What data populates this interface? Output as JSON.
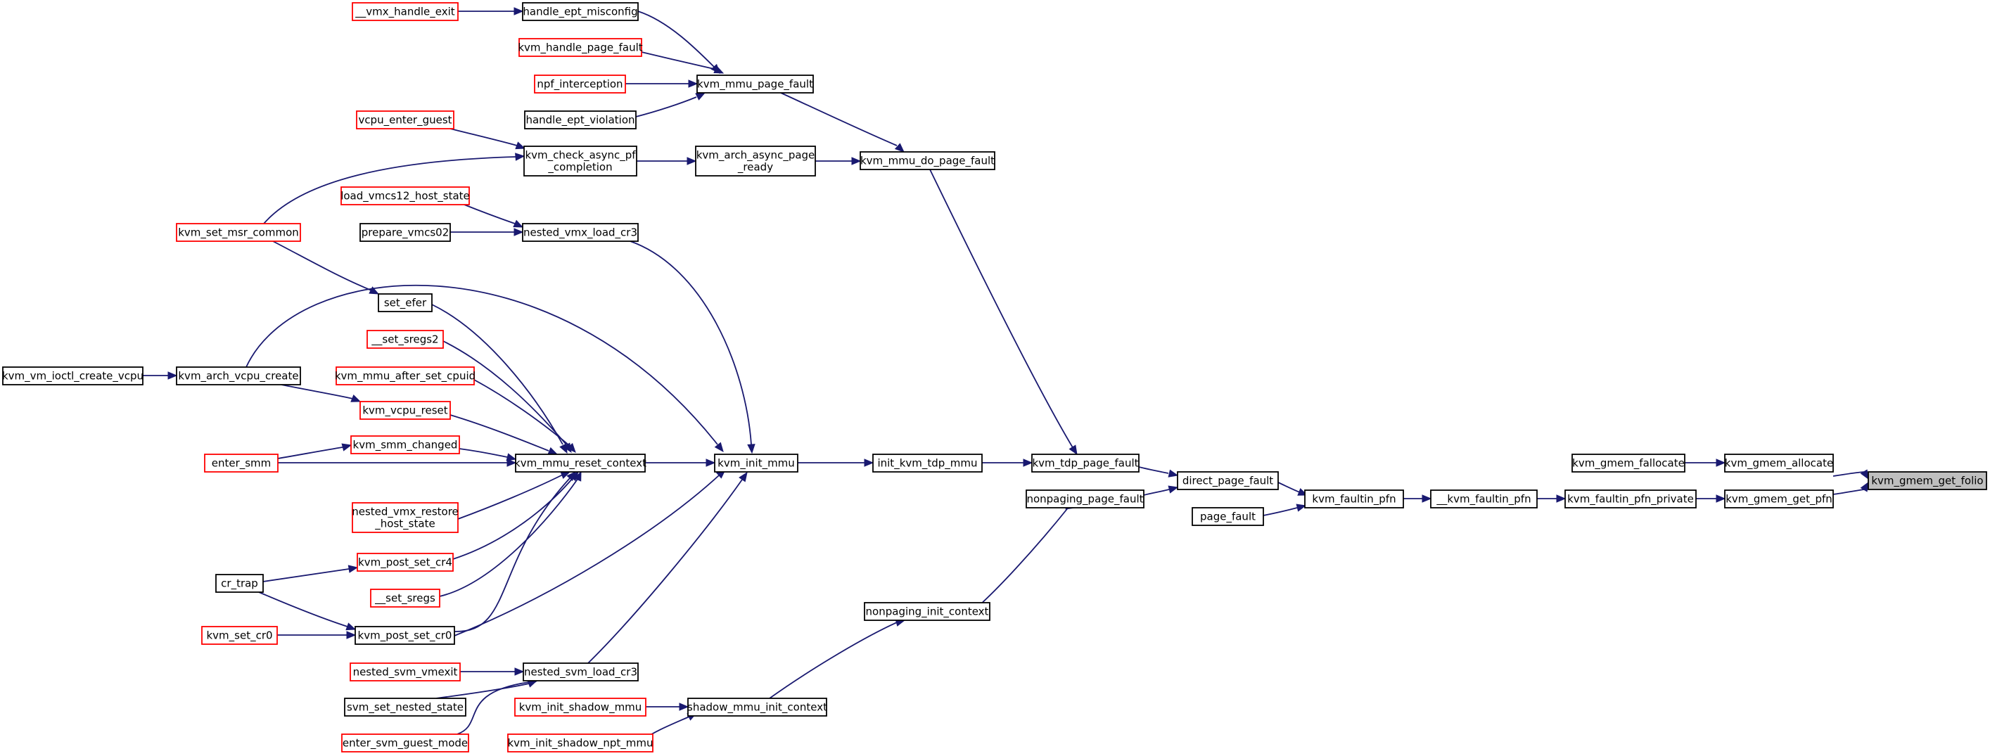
{
  "graph": {
    "nodes": [
      {
        "id": "n0",
        "label": "kvm_gmem_get_folio",
        "style": "focus"
      },
      {
        "id": "n1",
        "label": "kvm_gmem_allocate",
        "style": "black"
      },
      {
        "id": "n2",
        "label": "kvm_gmem_fallocate",
        "style": "black"
      },
      {
        "id": "n3",
        "label": "kvm_gmem_get_pfn",
        "style": "black"
      },
      {
        "id": "n4",
        "label": "kvm_faultin_pfn_private",
        "style": "black"
      },
      {
        "id": "n5",
        "label": "__kvm_faultin_pfn",
        "style": "black"
      },
      {
        "id": "n6",
        "label": "kvm_faultin_pfn",
        "style": "black"
      },
      {
        "id": "n7",
        "label": "direct_page_fault",
        "style": "black"
      },
      {
        "id": "n8",
        "label": "page_fault",
        "style": "black"
      },
      {
        "id": "n9",
        "label": "kvm_tdp_page_fault",
        "style": "black"
      },
      {
        "id": "n10",
        "label": "nonpaging_page_fault",
        "style": "black"
      },
      {
        "id": "n11",
        "label": "kvm_mmu_do_page_fault",
        "style": "black"
      },
      {
        "id": "n12",
        "label": "init_kvm_tdp_mmu",
        "style": "black"
      },
      {
        "id": "n13",
        "label": "nonpaging_init_context",
        "style": "black"
      },
      {
        "id": "n14",
        "label": "kvm_mmu_page_fault",
        "style": "black"
      },
      {
        "id": "n15",
        "label": "kvm_arch_async_page\n_ready",
        "style": "black"
      },
      {
        "id": "n16",
        "label": "kvm_init_mmu",
        "style": "black"
      },
      {
        "id": "n17",
        "label": "shadow_mmu_init_context",
        "style": "black"
      },
      {
        "id": "n18",
        "label": "handle_ept_misconfig",
        "style": "black"
      },
      {
        "id": "n19",
        "label": "kvm_handle_page_fault",
        "style": "red"
      },
      {
        "id": "n20",
        "label": "npf_interception",
        "style": "red"
      },
      {
        "id": "n21",
        "label": "handle_ept_violation",
        "style": "black"
      },
      {
        "id": "n22",
        "label": "kvm_check_async_pf\n_completion",
        "style": "black"
      },
      {
        "id": "n23",
        "label": "kvm_mmu_reset_context",
        "style": "black"
      },
      {
        "id": "n24",
        "label": "nested_vmx_load_cr3",
        "style": "black"
      },
      {
        "id": "n25",
        "label": "nested_svm_load_cr3",
        "style": "black"
      },
      {
        "id": "n26",
        "label": "kvm_post_set_cr0",
        "style": "black"
      },
      {
        "id": "n27",
        "label": "kvm_init_shadow_mmu",
        "style": "red"
      },
      {
        "id": "n28",
        "label": "kvm_init_shadow_npt_mmu",
        "style": "red"
      },
      {
        "id": "n29",
        "label": "__vmx_handle_exit",
        "style": "red"
      },
      {
        "id": "n30",
        "label": "vcpu_enter_guest",
        "style": "red"
      },
      {
        "id": "n31",
        "label": "kvm_set_msr_common",
        "style": "red"
      },
      {
        "id": "n32",
        "label": "set_efer",
        "style": "black"
      },
      {
        "id": "n33",
        "label": "__set_sregs2",
        "style": "red"
      },
      {
        "id": "n34",
        "label": "kvm_mmu_after_set_cpuid",
        "style": "red"
      },
      {
        "id": "n35",
        "label": "kvm_vcpu_reset",
        "style": "red"
      },
      {
        "id": "n36",
        "label": "kvm_smm_changed",
        "style": "red"
      },
      {
        "id": "n37",
        "label": "enter_smm",
        "style": "red"
      },
      {
        "id": "n38",
        "label": "nested_vmx_restore\n_host_state",
        "style": "red"
      },
      {
        "id": "n39",
        "label": "kvm_post_set_cr4",
        "style": "red"
      },
      {
        "id": "n40",
        "label": "__set_sregs",
        "style": "red"
      },
      {
        "id": "n41",
        "label": "load_vmcs12_host_state",
        "style": "red"
      },
      {
        "id": "n42",
        "label": "prepare_vmcs02",
        "style": "black"
      },
      {
        "id": "n43",
        "label": "nested_svm_vmexit",
        "style": "red"
      },
      {
        "id": "n44",
        "label": "svm_set_nested_state",
        "style": "black"
      },
      {
        "id": "n45",
        "label": "enter_svm_guest_mode",
        "style": "red"
      },
      {
        "id": "n46",
        "label": "cr_trap",
        "style": "black"
      },
      {
        "id": "n47",
        "label": "kvm_set_cr0",
        "style": "red"
      },
      {
        "id": "n48",
        "label": "kvm_arch_vcpu_create",
        "style": "black"
      },
      {
        "id": "n49",
        "label": "kvm_vm_ioctl_create_vcpu",
        "style": "black"
      }
    ],
    "edges": [
      {
        "from": "n1",
        "to": "n0"
      },
      {
        "from": "n3",
        "to": "n0"
      },
      {
        "from": "n2",
        "to": "n1"
      },
      {
        "from": "n4",
        "to": "n3"
      },
      {
        "from": "n5",
        "to": "n4"
      },
      {
        "from": "n6",
        "to": "n5"
      },
      {
        "from": "n7",
        "to": "n6"
      },
      {
        "from": "n8",
        "to": "n6"
      },
      {
        "from": "n9",
        "to": "n7"
      },
      {
        "from": "n10",
        "to": "n7"
      },
      {
        "from": "n11",
        "to": "n9"
      },
      {
        "from": "n12",
        "to": "n9"
      },
      {
        "from": "n13",
        "to": "n10"
      },
      {
        "from": "n14",
        "to": "n11"
      },
      {
        "from": "n15",
        "to": "n11"
      },
      {
        "from": "n16",
        "to": "n12"
      },
      {
        "from": "n17",
        "to": "n13"
      },
      {
        "from": "n18",
        "to": "n14"
      },
      {
        "from": "n19",
        "to": "n14"
      },
      {
        "from": "n20",
        "to": "n14"
      },
      {
        "from": "n21",
        "to": "n14"
      },
      {
        "from": "n22",
        "to": "n15"
      },
      {
        "from": "n23",
        "to": "n16"
      },
      {
        "from": "n24",
        "to": "n16"
      },
      {
        "from": "n25",
        "to": "n16"
      },
      {
        "from": "n26",
        "to": "n16"
      },
      {
        "from": "n48",
        "to": "n16"
      },
      {
        "from": "n27",
        "to": "n17"
      },
      {
        "from": "n28",
        "to": "n17"
      },
      {
        "from": "n29",
        "to": "n18"
      },
      {
        "from": "n30",
        "to": "n22"
      },
      {
        "from": "n31",
        "to": "n22"
      },
      {
        "from": "n32",
        "to": "n23"
      },
      {
        "from": "n33",
        "to": "n23"
      },
      {
        "from": "n34",
        "to": "n23"
      },
      {
        "from": "n35",
        "to": "n23"
      },
      {
        "from": "n36",
        "to": "n23"
      },
      {
        "from": "n37",
        "to": "n23"
      },
      {
        "from": "n38",
        "to": "n23"
      },
      {
        "from": "n39",
        "to": "n23"
      },
      {
        "from": "n40",
        "to": "n23"
      },
      {
        "from": "n26",
        "to": "n23"
      },
      {
        "from": "n41",
        "to": "n24"
      },
      {
        "from": "n42",
        "to": "n24"
      },
      {
        "from": "n43",
        "to": "n25"
      },
      {
        "from": "n44",
        "to": "n25"
      },
      {
        "from": "n45",
        "to": "n25"
      },
      {
        "from": "n31",
        "to": "n32"
      },
      {
        "from": "n48",
        "to": "n35"
      },
      {
        "from": "n37",
        "to": "n36"
      },
      {
        "from": "n46",
        "to": "n39"
      },
      {
        "from": "n46",
        "to": "n26"
      },
      {
        "from": "n47",
        "to": "n26"
      },
      {
        "from": "n49",
        "to": "n48"
      }
    ]
  }
}
